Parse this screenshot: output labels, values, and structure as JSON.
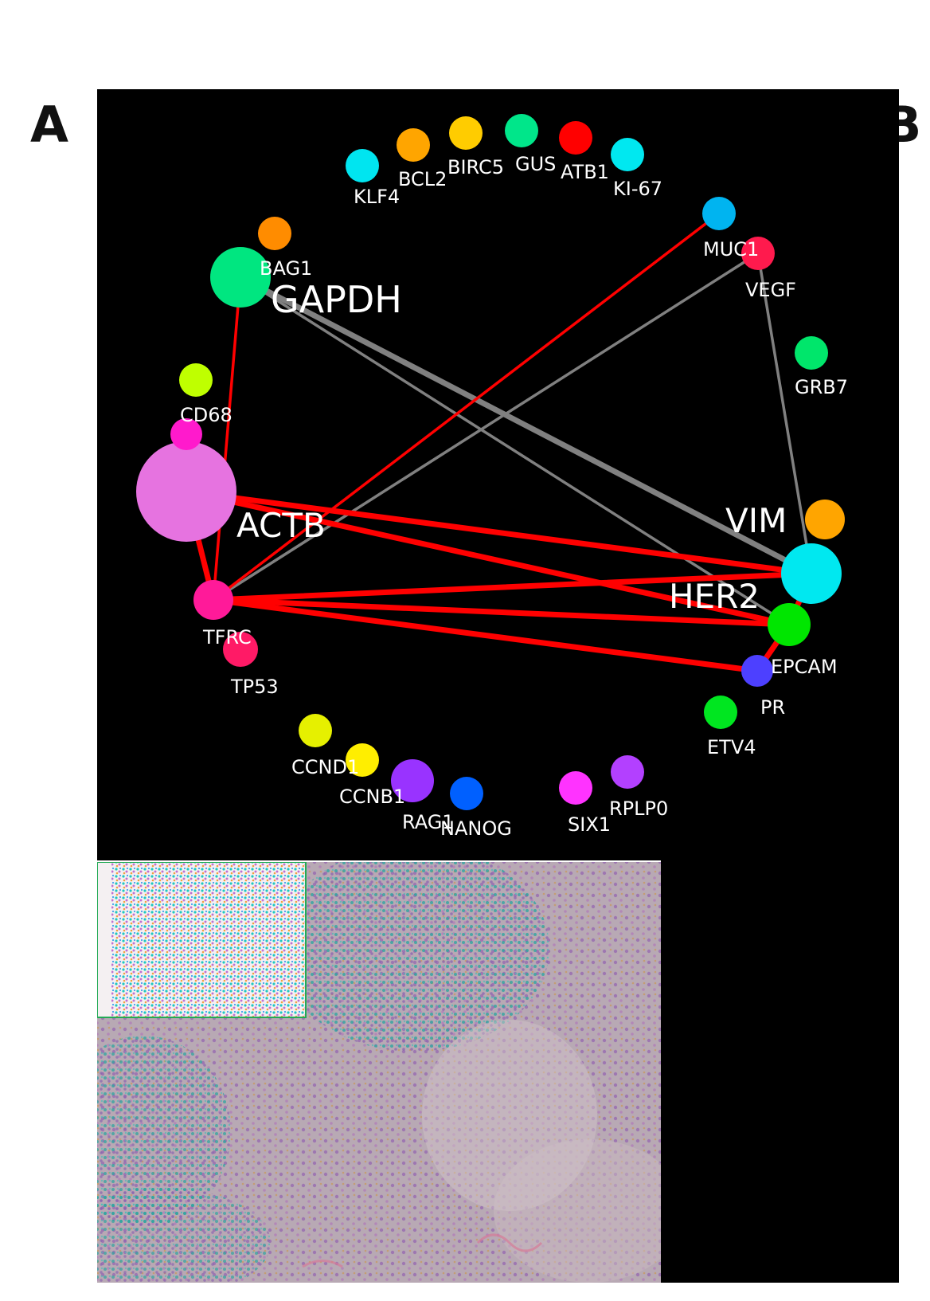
{
  "panel_label": "A",
  "panel_label_right": "B",
  "colors": {
    "background": "#000000",
    "edge_positive": "#ff0000",
    "edge_negative": "#808080"
  },
  "nodes": [
    {
      "id": "KLF4",
      "label": "KLF4",
      "color": "#00e5f0",
      "size": "small"
    },
    {
      "id": "BCL2",
      "label": "BCL2",
      "color": "#ffa500",
      "size": "small"
    },
    {
      "id": "BIRC5",
      "label": "BIRC5",
      "color": "#ffcc00",
      "size": "small"
    },
    {
      "id": "GUS",
      "label": "GUS",
      "color": "#00e68a",
      "size": "small"
    },
    {
      "id": "ATB1",
      "label": "ATB1",
      "color": "#ff0000",
      "size": "small"
    },
    {
      "id": "KI-67",
      "label": "KI-67",
      "color": "#00e8f0",
      "size": "small"
    },
    {
      "id": "MUC1",
      "label": "MUC1",
      "color": "#00b4f0",
      "size": "small"
    },
    {
      "id": "VEGF",
      "label": "VEGF",
      "color": "#ff1a4d",
      "size": "small"
    },
    {
      "id": "GRB7",
      "label": "GRB7",
      "color": "#00e66b",
      "size": "small"
    },
    {
      "id": "BAG1",
      "label": "BAG1",
      "color": "#ff8c00",
      "size": "small"
    },
    {
      "id": "GAPDH",
      "label": "GAPDH",
      "color": "#00e680",
      "size": "large"
    },
    {
      "id": "CD68",
      "label": "CD68",
      "color": "#bfff00",
      "size": "small"
    },
    {
      "id": "ACTB",
      "label": "ACTB",
      "color": "#e673e0",
      "size": "huge"
    },
    {
      "id": "TFRC",
      "label": "TFRC",
      "color": "#ff1a99",
      "size": "medium"
    },
    {
      "id": "TP53",
      "label": "TP53",
      "color": "#ff1a66",
      "size": "small"
    },
    {
      "id": "VIM",
      "label": "VIM",
      "color": "#00e8f0",
      "size": "large"
    },
    {
      "id": "HER2",
      "label": "HER2",
      "color": "#00e600",
      "size": "medium"
    },
    {
      "id": "EPCAM",
      "label": "EPCAM",
      "color": "#4d40ff",
      "size": "small"
    },
    {
      "id": "PR",
      "label": "PR",
      "color": "#00e600",
      "size": "small"
    },
    {
      "id": "ETV4",
      "label": "ETV4",
      "color": "#00e620",
      "size": "small"
    },
    {
      "id": "CCND1",
      "label": "CCND1",
      "color": "#e6f000",
      "size": "small"
    },
    {
      "id": "CCNB1",
      "label": "CCNB1",
      "color": "#ffee00",
      "size": "small"
    },
    {
      "id": "RAG1",
      "label": "RAG1",
      "color": "#9933ff",
      "size": "medium"
    },
    {
      "id": "NANOG",
      "label": "NANOG",
      "color": "#0060ff",
      "size": "small"
    },
    {
      "id": "SIX1",
      "label": "SIX1",
      "color": "#ff33ff",
      "size": "small"
    },
    {
      "id": "RPLP0",
      "label": "RPLP0",
      "color": "#b340ff",
      "size": "small"
    },
    {
      "id": "ORANGE_R",
      "label": "",
      "color": "#ffa500",
      "size": "small"
    },
    {
      "id": "MAGENTA_L",
      "label": "",
      "color": "#ff1acc",
      "size": "small"
    }
  ],
  "edges": [
    {
      "from": "GAPDH",
      "to": "VIM",
      "type": "negative",
      "weight": "heavy"
    },
    {
      "from": "GAPDH",
      "to": "HER2",
      "type": "negative",
      "weight": "light"
    },
    {
      "from": "VEGF",
      "to": "TFRC",
      "type": "negative",
      "weight": "light"
    },
    {
      "from": "VEGF",
      "to": "VIM",
      "type": "negative",
      "weight": "light"
    },
    {
      "from": "MUC1",
      "to": "TFRC",
      "type": "positive",
      "weight": "light"
    },
    {
      "from": "GAPDH",
      "to": "TFRC",
      "type": "positive",
      "weight": "light"
    },
    {
      "from": "ACTB",
      "to": "TFRC",
      "type": "positive",
      "weight": "heavy"
    },
    {
      "from": "ACTB",
      "to": "VIM",
      "type": "positive",
      "weight": "heavy"
    },
    {
      "from": "ACTB",
      "to": "HER2",
      "type": "positive",
      "weight": "heavy"
    },
    {
      "from": "TFRC",
      "to": "VIM",
      "type": "positive",
      "weight": "heavy"
    },
    {
      "from": "TFRC",
      "to": "HER2",
      "type": "positive",
      "weight": "heavy"
    },
    {
      "from": "TFRC",
      "to": "EPCAM",
      "type": "positive",
      "weight": "heavy"
    },
    {
      "from": "HER2",
      "to": "EPCAM",
      "type": "positive",
      "weight": "heavy"
    },
    {
      "from": "VIM",
      "to": "HER2",
      "type": "positive",
      "weight": "heavy"
    }
  ],
  "tissue_image": {
    "description_visible": false
  }
}
